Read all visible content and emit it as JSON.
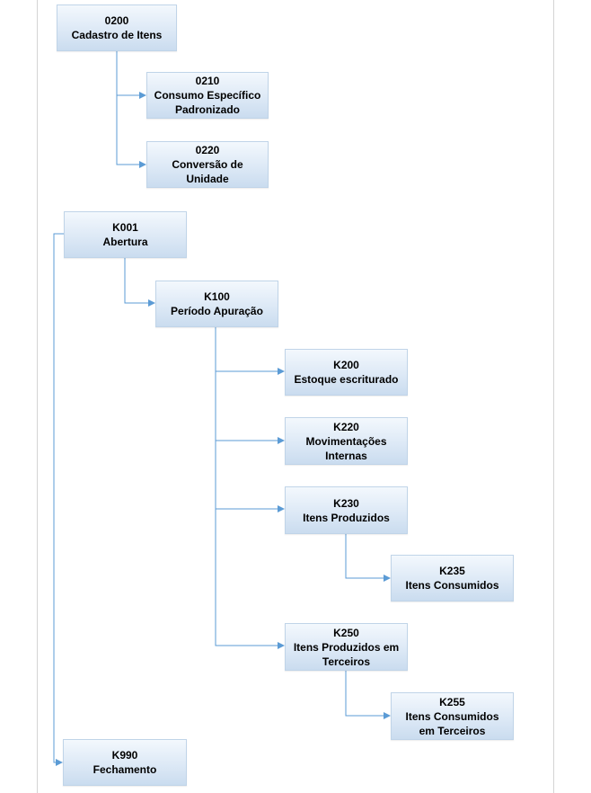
{
  "nodes": [
    {
      "id": "n-0200",
      "lines": [
        "0200",
        "Cadastro de Itens"
      ]
    },
    {
      "id": "n-0210",
      "lines": [
        "0210",
        "Consumo Específico",
        "Padronizado"
      ]
    },
    {
      "id": "n-0220",
      "lines": [
        "0220",
        "Conversão de",
        "Unidade"
      ]
    },
    {
      "id": "n-k001",
      "lines": [
        "K001",
        "Abertura"
      ]
    },
    {
      "id": "n-k100",
      "lines": [
        "K100",
        "Período Apuração"
      ]
    },
    {
      "id": "n-k200",
      "lines": [
        "K200",
        "Estoque escriturado"
      ]
    },
    {
      "id": "n-k220",
      "lines": [
        "K220",
        "Movimentações",
        "Internas"
      ]
    },
    {
      "id": "n-k230",
      "lines": [
        "K230",
        "Itens Produzidos"
      ]
    },
    {
      "id": "n-k235",
      "lines": [
        "K235",
        "Itens Consumidos"
      ]
    },
    {
      "id": "n-k250",
      "lines": [
        "K250",
        "Itens Produzidos em",
        "Terceiros"
      ]
    },
    {
      "id": "n-k255",
      "lines": [
        "K255",
        "Itens Consumidos",
        "em Terceiros"
      ]
    },
    {
      "id": "n-k990",
      "lines": [
        "K990",
        "Fechamento"
      ]
    }
  ],
  "edges": [
    {
      "from": "0200",
      "to": "0210"
    },
    {
      "from": "0200",
      "to": "0220"
    },
    {
      "from": "K001",
      "to": "K100"
    },
    {
      "from": "K001",
      "to": "K990"
    },
    {
      "from": "K100",
      "to": "K200"
    },
    {
      "from": "K100",
      "to": "K220"
    },
    {
      "from": "K100",
      "to": "K230"
    },
    {
      "from": "K100",
      "to": "K250"
    },
    {
      "from": "K230",
      "to": "K235"
    },
    {
      "from": "K250",
      "to": "K255"
    }
  ],
  "colors": {
    "connector": "#5b9bd5",
    "box_border": "#c0d4e8",
    "box_fill_top": "#f3f8fd",
    "box_fill_bottom": "#cadcef"
  }
}
